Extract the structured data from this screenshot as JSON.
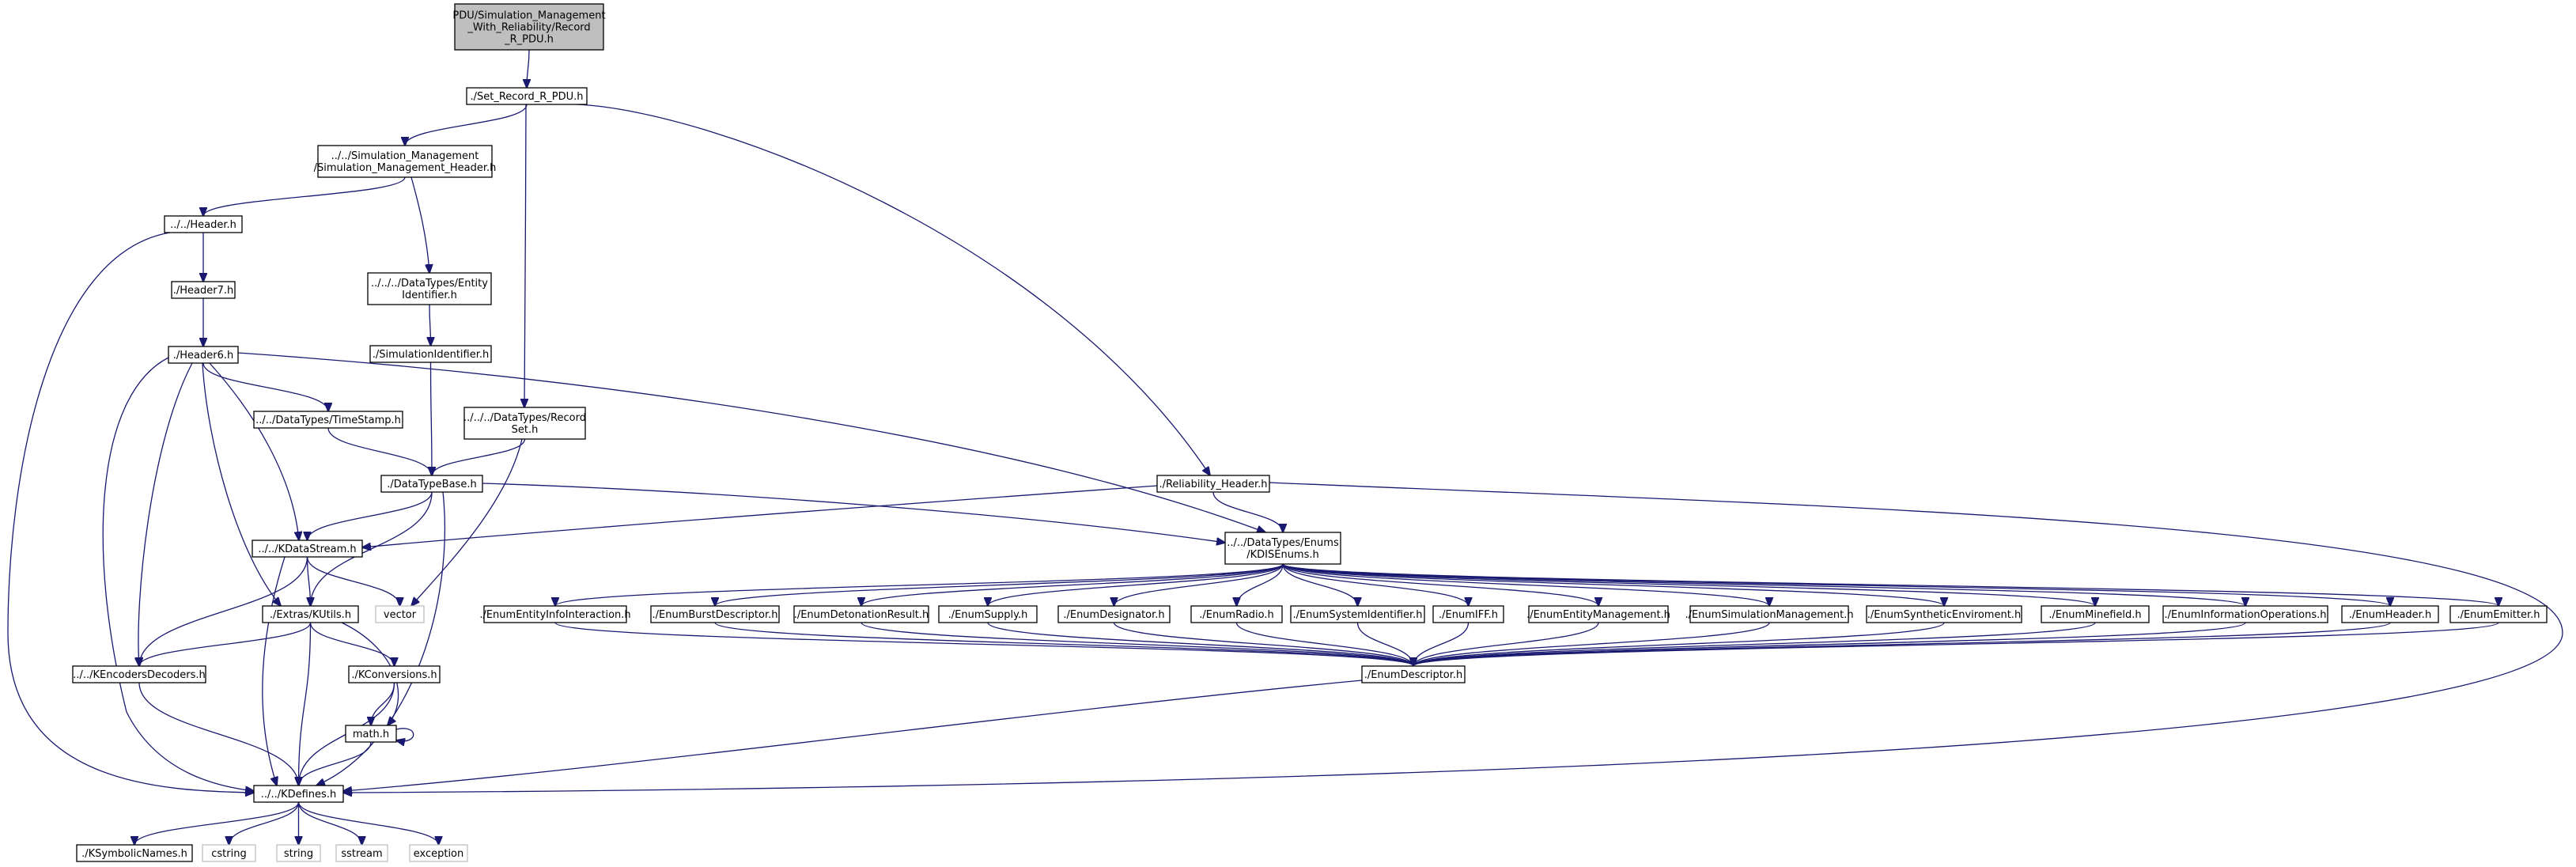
{
  "colors": {
    "edge": "#191970",
    "root_fill": "#bfbfbf",
    "node_fill": "#ffffff",
    "system_border": "#bfbfbf"
  },
  "nodes": [
    {
      "id": "root",
      "label": "PDU/Simulation_Management_With_Reliability/Record_R_PDU.h",
      "lines": [
        "PDU/Simulation_Management",
        "_With_Reliability/Record",
        "_R_PDU.h"
      ]
    },
    {
      "id": "setrec",
      "label": "./Set_Record_R_PDU.h",
      "lines": [
        "./Set_Record_R_PDU.h"
      ]
    },
    {
      "id": "smh",
      "label": "../../Simulation_Management/Simulation_Management_Header.h",
      "lines": [
        "../../Simulation_Management",
        "/Simulation_Management_Header.h"
      ]
    },
    {
      "id": "header",
      "label": "../../Header.h",
      "lines": [
        "../../Header.h"
      ]
    },
    {
      "id": "header7",
      "label": "./Header7.h",
      "lines": [
        "./Header7.h"
      ]
    },
    {
      "id": "header6",
      "label": "./Header6.h",
      "lines": [
        "./Header6.h"
      ]
    },
    {
      "id": "entityid",
      "label": "../../../DataTypes/Entity Identifier.h",
      "lines": [
        "../../../DataTypes/Entity",
        "Identifier.h"
      ]
    },
    {
      "id": "simid",
      "label": "./SimulationIdentifier.h",
      "lines": [
        "./SimulationIdentifier.h"
      ]
    },
    {
      "id": "recordset",
      "label": "../../../DataTypes/Record Set.h",
      "lines": [
        "../../../DataTypes/Record",
        "Set.h"
      ]
    },
    {
      "id": "timestamp",
      "label": "../../DataTypes/TimeStamp.h",
      "lines": [
        "../../DataTypes/TimeStamp.h"
      ]
    },
    {
      "id": "dtbase",
      "label": "./DataTypeBase.h",
      "lines": [
        "./DataTypeBase.h"
      ]
    },
    {
      "id": "relheader",
      "label": "./Reliability_Header.h",
      "lines": [
        "./Reliability_Header.h"
      ]
    },
    {
      "id": "datastream",
      "label": "../../KDataStream.h",
      "lines": [
        "../../KDataStream.h"
      ]
    },
    {
      "id": "kdisenums",
      "label": "../../DataTypes/Enums/KDISEnums.h",
      "lines": [
        "../../DataTypes/Enums",
        "/KDISEnums.h"
      ]
    },
    {
      "id": "kutils",
      "label": "./Extras/KUtils.h",
      "lines": [
        "./Extras/KUtils.h"
      ]
    },
    {
      "id": "vector",
      "label": "vector",
      "lines": [
        "vector"
      ],
      "system": true
    },
    {
      "id": "encdec",
      "label": "../../KEncodersDecoders.h",
      "lines": [
        "../../KEncodersDecoders.h"
      ]
    },
    {
      "id": "kconv",
      "label": "./KConversions.h",
      "lines": [
        "./KConversions.h"
      ]
    },
    {
      "id": "math",
      "label": "math.h",
      "lines": [
        "math.h"
      ]
    },
    {
      "id": "kdefines",
      "label": "../../KDefines.h",
      "lines": [
        "../../KDefines.h"
      ]
    },
    {
      "id": "ksym",
      "label": "./KSymbolicNames.h",
      "lines": [
        "./KSymbolicNames.h"
      ]
    },
    {
      "id": "cstring",
      "label": "cstring",
      "lines": [
        "cstring"
      ],
      "system": true
    },
    {
      "id": "string",
      "label": "string",
      "lines": [
        "string"
      ],
      "system": true
    },
    {
      "id": "sstream",
      "label": "sstream",
      "lines": [
        "sstream"
      ],
      "system": true
    },
    {
      "id": "exception",
      "label": "exception",
      "lines": [
        "exception"
      ],
      "system": true
    },
    {
      "id": "e_info",
      "label": "./EnumEntityInfoInteraction.h",
      "lines": [
        "./EnumEntityInfoInteraction.h"
      ]
    },
    {
      "id": "e_burst",
      "label": "./EnumBurstDescriptor.h",
      "lines": [
        "./EnumBurstDescriptor.h"
      ]
    },
    {
      "id": "e_deton",
      "label": "./EnumDetonationResult.h",
      "lines": [
        "./EnumDetonationResult.h"
      ]
    },
    {
      "id": "e_supply",
      "label": "./EnumSupply.h",
      "lines": [
        "./EnumSupply.h"
      ]
    },
    {
      "id": "e_design",
      "label": "./EnumDesignator.h",
      "lines": [
        "./EnumDesignator.h"
      ]
    },
    {
      "id": "e_radio",
      "label": "./EnumRadio.h",
      "lines": [
        "./EnumRadio.h"
      ]
    },
    {
      "id": "e_sysid",
      "label": "./EnumSystemIdentifier.h",
      "lines": [
        "./EnumSystemIdentifier.h"
      ]
    },
    {
      "id": "e_iff",
      "label": "./EnumIFF.h",
      "lines": [
        "./EnumIFF.h"
      ]
    },
    {
      "id": "e_entmgmt",
      "label": "./EnumEntityManagement.h",
      "lines": [
        "./EnumEntityManagement.h"
      ]
    },
    {
      "id": "e_simmgmt",
      "label": "./EnumSimulationManagement.h",
      "lines": [
        "./EnumSimulationManagement.h"
      ]
    },
    {
      "id": "e_synth",
      "label": "./EnumSyntheticEnviroment.h",
      "lines": [
        "./EnumSyntheticEnviroment.h"
      ]
    },
    {
      "id": "e_mine",
      "label": "./EnumMinefield.h",
      "lines": [
        "./EnumMinefield.h"
      ]
    },
    {
      "id": "e_infoops",
      "label": "./EnumInformationOperations.h",
      "lines": [
        "./EnumInformationOperations.h"
      ]
    },
    {
      "id": "e_header",
      "label": "./EnumHeader.h",
      "lines": [
        "./EnumHeader.h"
      ]
    },
    {
      "id": "e_emitter",
      "label": "./EnumEmitter.h",
      "lines": [
        "./EnumEmitter.h"
      ]
    },
    {
      "id": "enumdesc",
      "label": "./EnumDescriptor.h",
      "lines": [
        "./EnumDescriptor.h"
      ]
    }
  ],
  "edges": [
    [
      "root",
      "setrec"
    ],
    [
      "setrec",
      "smh"
    ],
    [
      "setrec",
      "recordset"
    ],
    [
      "setrec",
      "relheader"
    ],
    [
      "smh",
      "header"
    ],
    [
      "smh",
      "entityid"
    ],
    [
      "header",
      "header7"
    ],
    [
      "header",
      "kdefines"
    ],
    [
      "header7",
      "header6"
    ],
    [
      "header6",
      "timestamp"
    ],
    [
      "header6",
      "datastream"
    ],
    [
      "header6",
      "kutils"
    ],
    [
      "header6",
      "encdec"
    ],
    [
      "header6",
      "kdefines"
    ],
    [
      "header6",
      "kdisenums"
    ],
    [
      "entityid",
      "simid"
    ],
    [
      "simid",
      "dtbase"
    ],
    [
      "recordset",
      "dtbase"
    ],
    [
      "recordset",
      "vector"
    ],
    [
      "timestamp",
      "dtbase"
    ],
    [
      "dtbase",
      "datastream"
    ],
    [
      "dtbase",
      "kutils"
    ],
    [
      "dtbase",
      "kdefines"
    ],
    [
      "dtbase",
      "kdisenums"
    ],
    [
      "relheader",
      "datastream"
    ],
    [
      "relheader",
      "kdisenums"
    ],
    [
      "relheader",
      "kdefines"
    ],
    [
      "datastream",
      "kutils"
    ],
    [
      "datastream",
      "vector"
    ],
    [
      "datastream",
      "encdec"
    ],
    [
      "datastream",
      "kdefines"
    ],
    [
      "kutils",
      "encdec"
    ],
    [
      "kutils",
      "kconv"
    ],
    [
      "kutils",
      "kdefines"
    ],
    [
      "kutils",
      "math"
    ],
    [
      "kconv",
      "math"
    ],
    [
      "kconv",
      "kdefines"
    ],
    [
      "math",
      "kdefines"
    ],
    [
      "math",
      "math"
    ],
    [
      "encdec",
      "kdefines"
    ],
    [
      "kdefines",
      "ksym"
    ],
    [
      "kdefines",
      "cstring"
    ],
    [
      "kdefines",
      "string"
    ],
    [
      "kdefines",
      "sstream"
    ],
    [
      "kdefines",
      "exception"
    ],
    [
      "kdisenums",
      "e_info"
    ],
    [
      "kdisenums",
      "e_burst"
    ],
    [
      "kdisenums",
      "e_deton"
    ],
    [
      "kdisenums",
      "e_supply"
    ],
    [
      "kdisenums",
      "e_design"
    ],
    [
      "kdisenums",
      "e_radio"
    ],
    [
      "kdisenums",
      "e_sysid"
    ],
    [
      "kdisenums",
      "e_iff"
    ],
    [
      "kdisenums",
      "e_entmgmt"
    ],
    [
      "kdisenums",
      "e_simmgmt"
    ],
    [
      "kdisenums",
      "e_synth"
    ],
    [
      "kdisenums",
      "e_mine"
    ],
    [
      "kdisenums",
      "e_infoops"
    ],
    [
      "kdisenums",
      "e_header"
    ],
    [
      "kdisenums",
      "e_emitter"
    ],
    [
      "e_info",
      "enumdesc"
    ],
    [
      "e_burst",
      "enumdesc"
    ],
    [
      "e_deton",
      "enumdesc"
    ],
    [
      "e_supply",
      "enumdesc"
    ],
    [
      "e_design",
      "enumdesc"
    ],
    [
      "e_radio",
      "enumdesc"
    ],
    [
      "e_sysid",
      "enumdesc"
    ],
    [
      "e_iff",
      "enumdesc"
    ],
    [
      "e_entmgmt",
      "enumdesc"
    ],
    [
      "e_simmgmt",
      "enumdesc"
    ],
    [
      "e_synth",
      "enumdesc"
    ],
    [
      "e_mine",
      "enumdesc"
    ],
    [
      "e_infoops",
      "enumdesc"
    ],
    [
      "e_header",
      "enumdesc"
    ],
    [
      "e_emitter",
      "enumdesc"
    ],
    [
      "enumdesc",
      "kdefines"
    ]
  ]
}
